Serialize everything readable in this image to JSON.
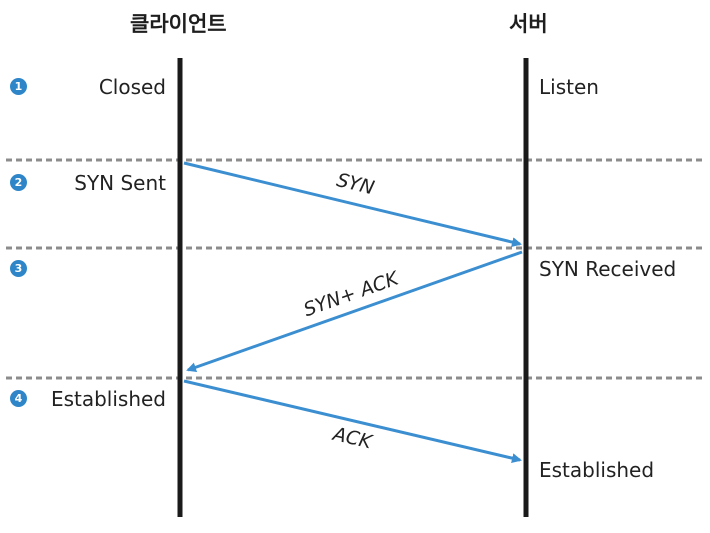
{
  "headers": {
    "client": "클라이언트",
    "server": "서버"
  },
  "steps": [
    {
      "number": "1",
      "client_state": "Closed",
      "server_state": "Listen"
    },
    {
      "number": "2",
      "client_state": "SYN Sent"
    },
    {
      "number": "3",
      "server_state": "SYN Received"
    },
    {
      "number": "4",
      "client_state": "Established",
      "server_state": "Established"
    }
  ],
  "messages": [
    {
      "label": "SYN",
      "from": "client",
      "to": "server"
    },
    {
      "label": "SYN+ ACK",
      "from": "server",
      "to": "client"
    },
    {
      "label": "ACK",
      "from": "client",
      "to": "server"
    }
  ],
  "colors": {
    "arrow": "#3b8fd1",
    "badge": "#2e86c8",
    "lifeline": "#1a1a1a",
    "divider": "#8c8c8c"
  }
}
